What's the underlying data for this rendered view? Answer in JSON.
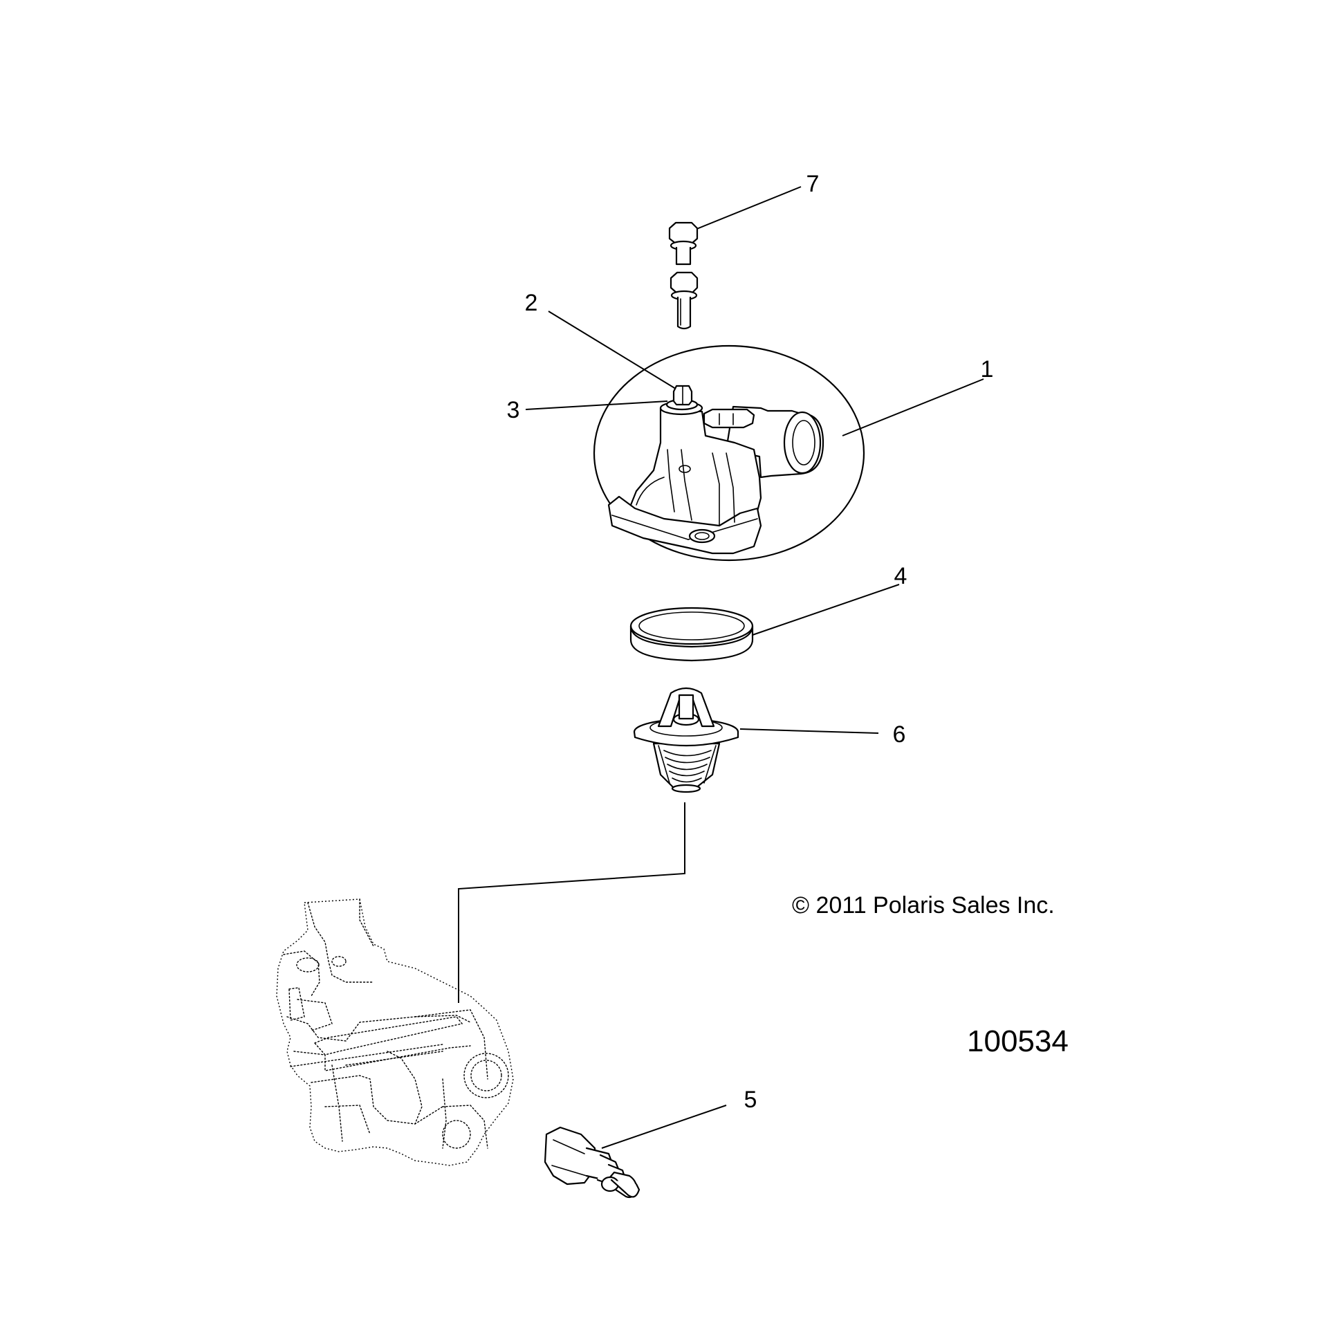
{
  "callouts": {
    "c1": "1",
    "c2": "2",
    "c3": "3",
    "c4": "4",
    "c5": "5",
    "c6": "6",
    "c7": "7"
  },
  "copyright": "© 2011 Polaris Sales Inc.",
  "figure_id": "100534",
  "parts": {
    "p1": "thermostat-housing-icon",
    "p2": "bleed-screw-icon",
    "p3": "sealing-washer-icon",
    "p4": "o-ring-seal-icon",
    "p5": "hose-fitting-icon",
    "p6": "thermostat-icon",
    "p7": "flange-bolt-icon",
    "engine": "engine-cylinder-head-icon"
  }
}
